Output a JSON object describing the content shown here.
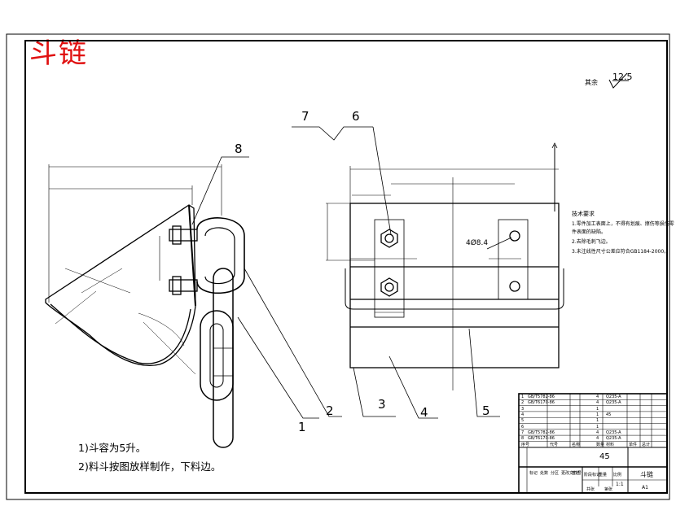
{
  "title": "斗链",
  "surface_note": {
    "label": "其余",
    "value": "12.5"
  },
  "callouts": [
    "1",
    "2",
    "3",
    "4",
    "5",
    "6",
    "7",
    "8"
  ],
  "notes": [
    "1)斗容为5升。",
    "2)料斗按图放样制作，下料边。"
  ],
  "hole_label": "4Ø8.4",
  "tech_requirements": {
    "heading": "技术要求",
    "items": [
      "1.零件加工表面上，不得有划痕、擦伤等损伤零",
      "件表面的缺陷。",
      "2.去除毛刺飞边。",
      "3.未注线性尺寸公差应符合GB1184-2000。"
    ]
  },
  "title_block": {
    "material": "45",
    "part_name": "斗链",
    "scale": "1:1",
    "sheet": "A1",
    "parts_list": [
      "GB/T5782-86",
      "GB/T6170-86",
      "",
      "",
      "",
      "",
      "GB/T5782-86",
      "GB/T6170-86"
    ],
    "parts_qty": [
      "4",
      "4",
      "1",
      "1",
      "1",
      "1",
      "4",
      "4"
    ],
    "parts_mat": [
      "Q235-A",
      "Q235-A",
      "",
      "45",
      "",
      "",
      "Q235-A",
      "Q235-A"
    ],
    "header_labels": [
      "序号",
      "代号",
      "名称",
      "数量",
      "材料",
      "单件",
      "总计"
    ],
    "row_labels": [
      "标记",
      "处数",
      "分区",
      "更改文件号",
      "签名"
    ],
    "field_labels": [
      "阶段标记",
      "重量",
      "比例"
    ],
    "footer_labels": [
      "共张",
      "第张"
    ]
  }
}
